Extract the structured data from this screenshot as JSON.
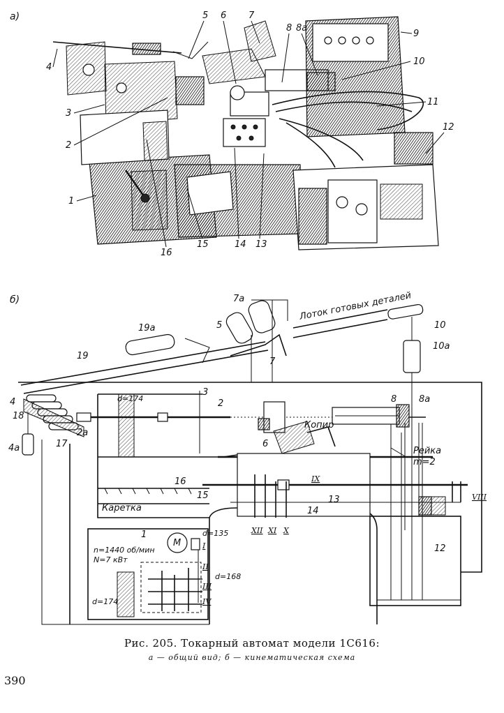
{
  "panel_a": {
    "tag": "а)",
    "callouts": [
      "1",
      "2",
      "3",
      "4",
      "5",
      "6",
      "7",
      "8",
      "8а",
      "9",
      "10",
      "11",
      "12",
      "13",
      "14",
      "15",
      "16"
    ]
  },
  "panel_b": {
    "tag": "б)",
    "labels": {
      "tray": "Лоток готовых деталей",
      "copier": "Копир",
      "rack_1": "Рейка",
      "rack_2": "m=2",
      "carriage": "Каретка",
      "motor": "М",
      "speed": "n=1440 об/мин",
      "power": "N=7 кВт",
      "d174_top": "d=174",
      "d174_bottom": "d=174",
      "d135": "d=135",
      "d168": "d=168"
    },
    "numbers": [
      "1",
      "2",
      "3",
      "4",
      "4а",
      "5",
      "6",
      "7",
      "7а",
      "8",
      "8а",
      "10",
      "10а",
      "12",
      "13",
      "14",
      "15",
      "16",
      "17",
      "18",
      "19",
      "19а",
      "2а"
    ],
    "shafts": [
      "I",
      "II",
      "III",
      "IV",
      "VIII",
      "IX",
      "X",
      "XI",
      "XII"
    ]
  },
  "caption": {
    "title": "Рис. 205. Токарный автомат модели 1С616:",
    "subtitle": "а — общий вид; б — кинематическая схема"
  },
  "page_number": "390"
}
